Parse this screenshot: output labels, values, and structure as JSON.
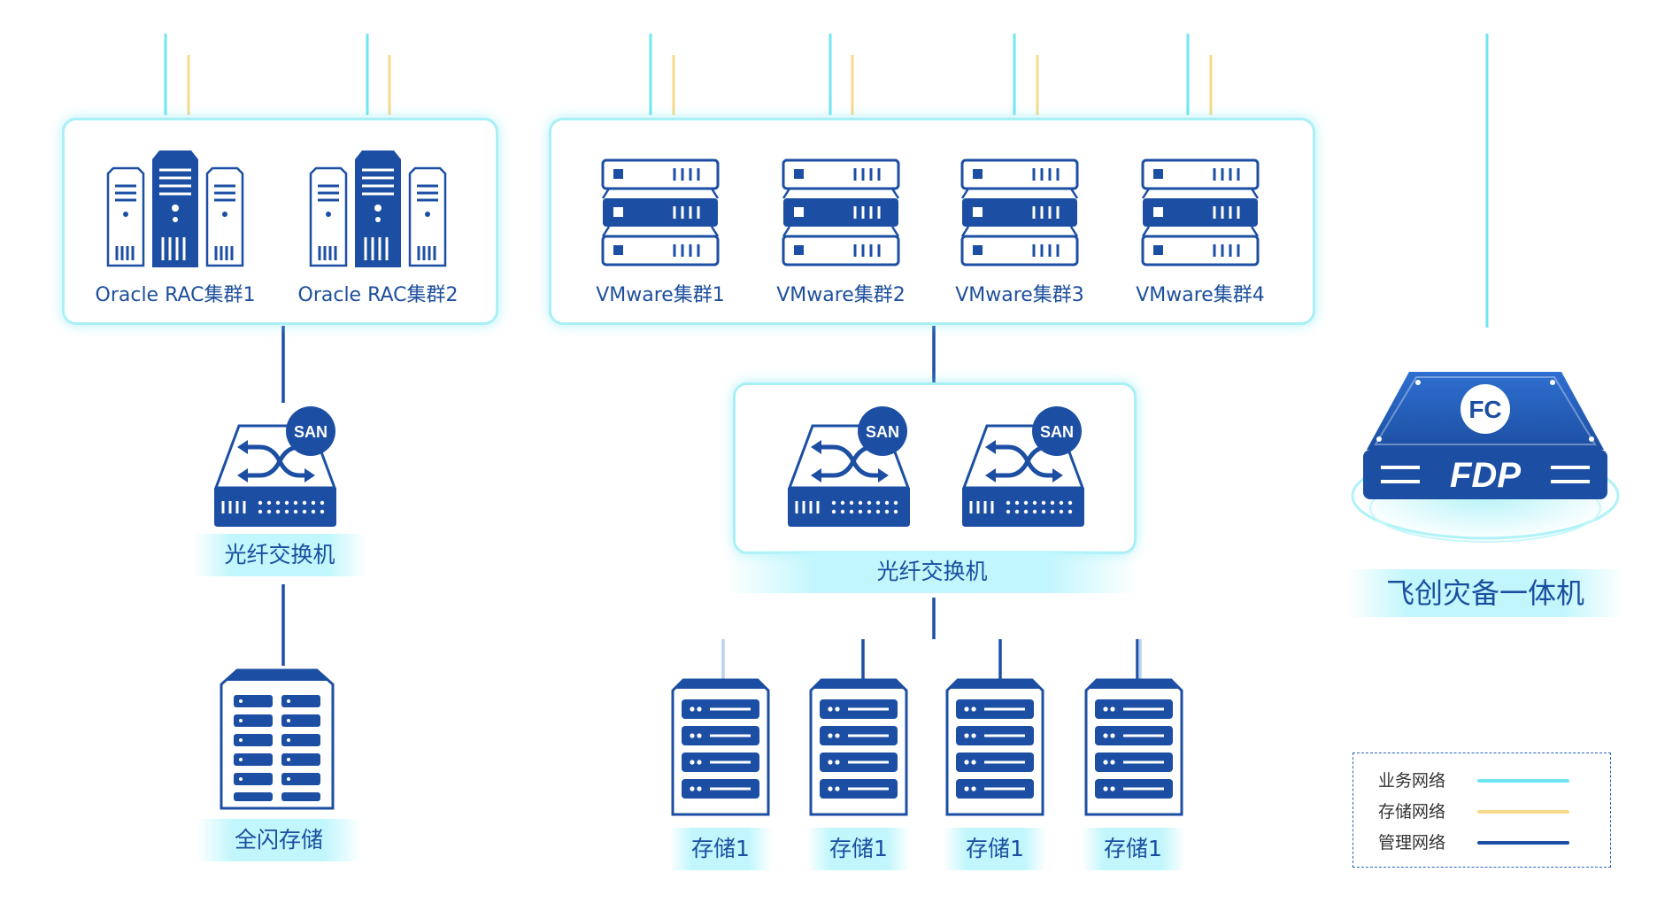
{
  "groups": {
    "oracle": [
      "Oracle RAC集群1",
      "Oracle RAC集群2"
    ],
    "vmware": [
      "VMware集群1",
      "VMware集群2",
      "VMware集群3",
      "VMware集群4"
    ]
  },
  "san_badge": "SAN",
  "switch_left": {
    "label": "光纤交换机"
  },
  "switch_center": {
    "label": "光纤交换机"
  },
  "flash_storage": {
    "label": "全闪存储"
  },
  "storages": [
    "存储1",
    "存储1",
    "存储1",
    "存储1"
  ],
  "fdp": {
    "logo_text": "FDP",
    "label": "飞创灾备一体机"
  },
  "legend": [
    {
      "label": "业务网络",
      "color": "#6fe6f2"
    },
    {
      "label": "存储网络",
      "color": "#f6d98a"
    },
    {
      "label": "管理网络",
      "color": "#1d4fa6"
    }
  ],
  "colors": {
    "primary": "#1c4fa3",
    "business": "#6fe6f2",
    "storage": "#f6d98a",
    "management": "#1d4fa6",
    "frame": "#a9f0f6"
  }
}
